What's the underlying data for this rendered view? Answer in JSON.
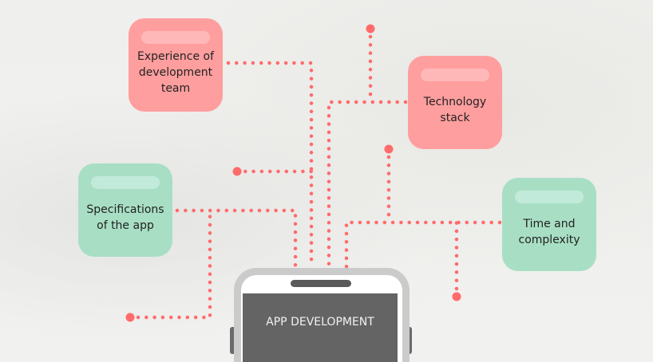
{
  "factors": [
    {
      "label": "Experience of development team",
      "color": "#ff9e9e"
    },
    {
      "label": "Technology stack",
      "color": "#ff9e9e"
    },
    {
      "label": "Specifications of the app",
      "color": "#a8dfc4"
    },
    {
      "label": "Time and complexity",
      "color": "#a8dfc4"
    }
  ],
  "center": {
    "label": "APP DEVELOPMENT"
  },
  "connector_color": "#ff6b6b"
}
